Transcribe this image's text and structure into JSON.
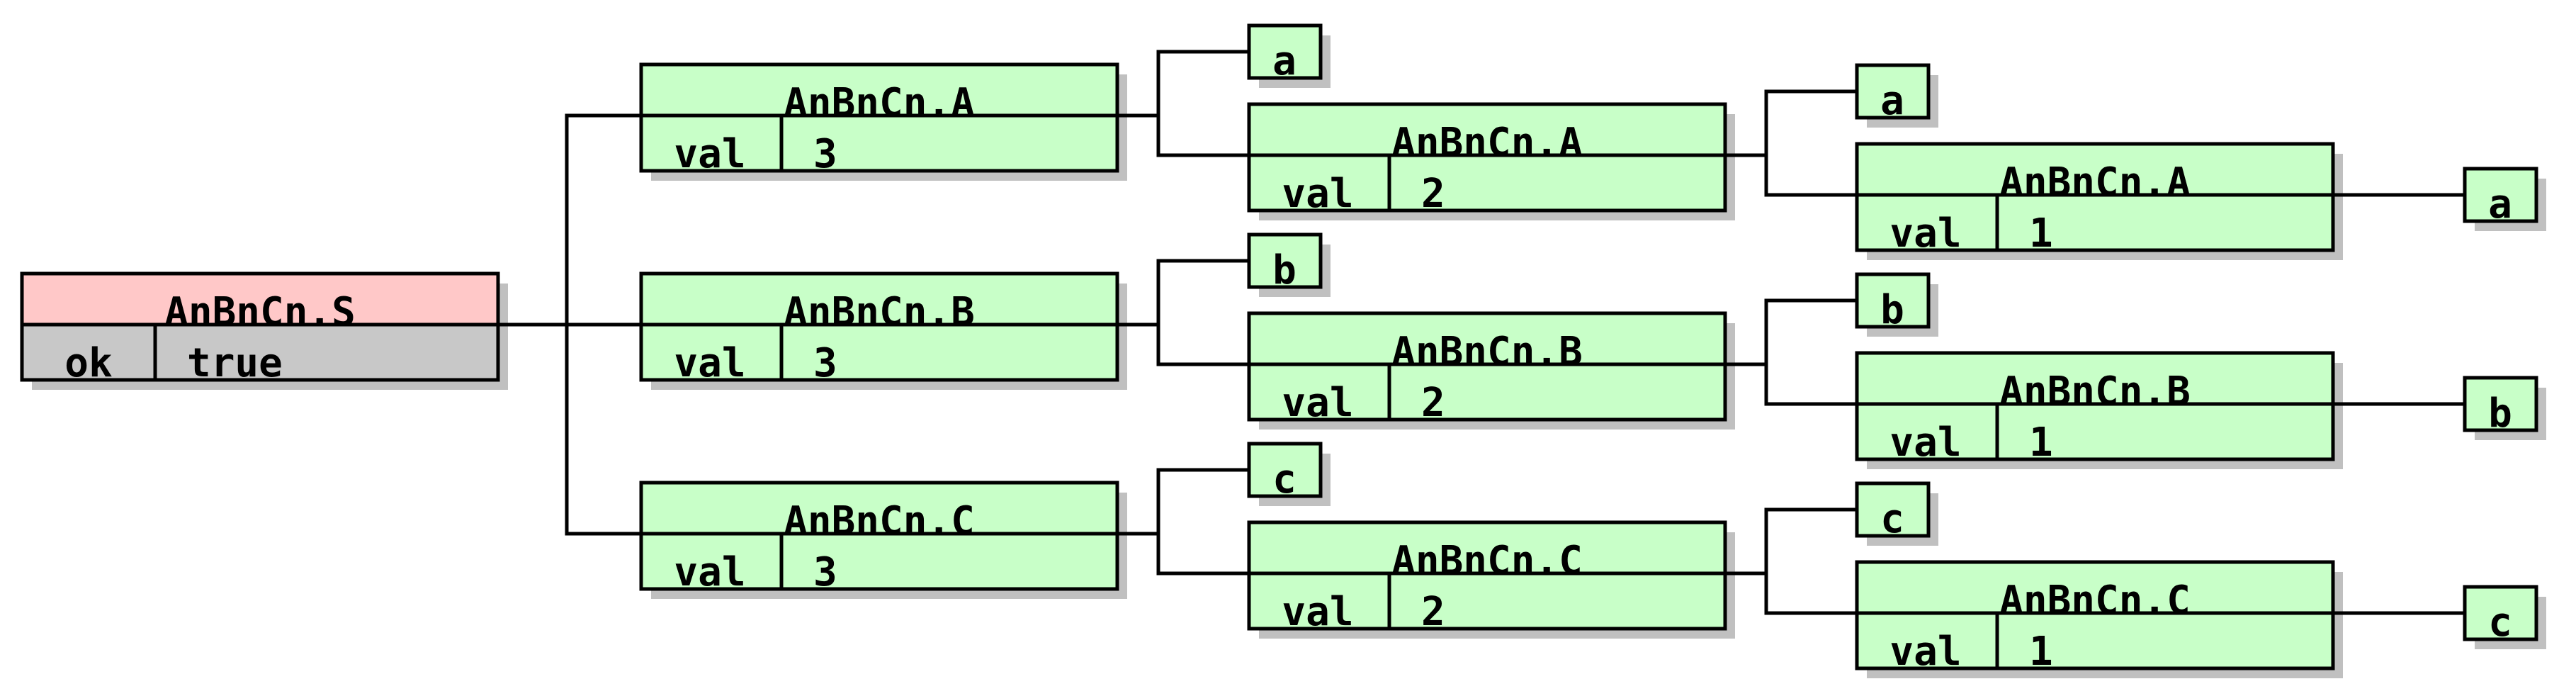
{
  "diagram": {
    "background": "#ffffff",
    "border_color": "#000000",
    "shadow_color": "#c0c0c0",
    "nonterminal_fill": "#c8ffc8",
    "root_header_fill": "#ffc8c8",
    "root_attr_fill": "#c8c8c8",
    "root": {
      "title": "AnBnCn.S",
      "attr_name": "ok",
      "attr_value": "true"
    },
    "branches": [
      {
        "terminal": "a",
        "levels": [
          {
            "title": "AnBnCn.A",
            "attr_name": "val",
            "attr_value": "3"
          },
          {
            "title": "AnBnCn.A",
            "attr_name": "val",
            "attr_value": "2"
          },
          {
            "title": "AnBnCn.A",
            "attr_name": "val",
            "attr_value": "1"
          }
        ]
      },
      {
        "terminal": "b",
        "levels": [
          {
            "title": "AnBnCn.B",
            "attr_name": "val",
            "attr_value": "3"
          },
          {
            "title": "AnBnCn.B",
            "attr_name": "val",
            "attr_value": "2"
          },
          {
            "title": "AnBnCn.B",
            "attr_name": "val",
            "attr_value": "1"
          }
        ]
      },
      {
        "terminal": "c",
        "levels": [
          {
            "title": "AnBnCn.C",
            "attr_name": "val",
            "attr_value": "3"
          },
          {
            "title": "AnBnCn.C",
            "attr_name": "val",
            "attr_value": "2"
          },
          {
            "title": "AnBnCn.C",
            "attr_name": "val",
            "attr_value": "1"
          }
        ]
      }
    ]
  }
}
